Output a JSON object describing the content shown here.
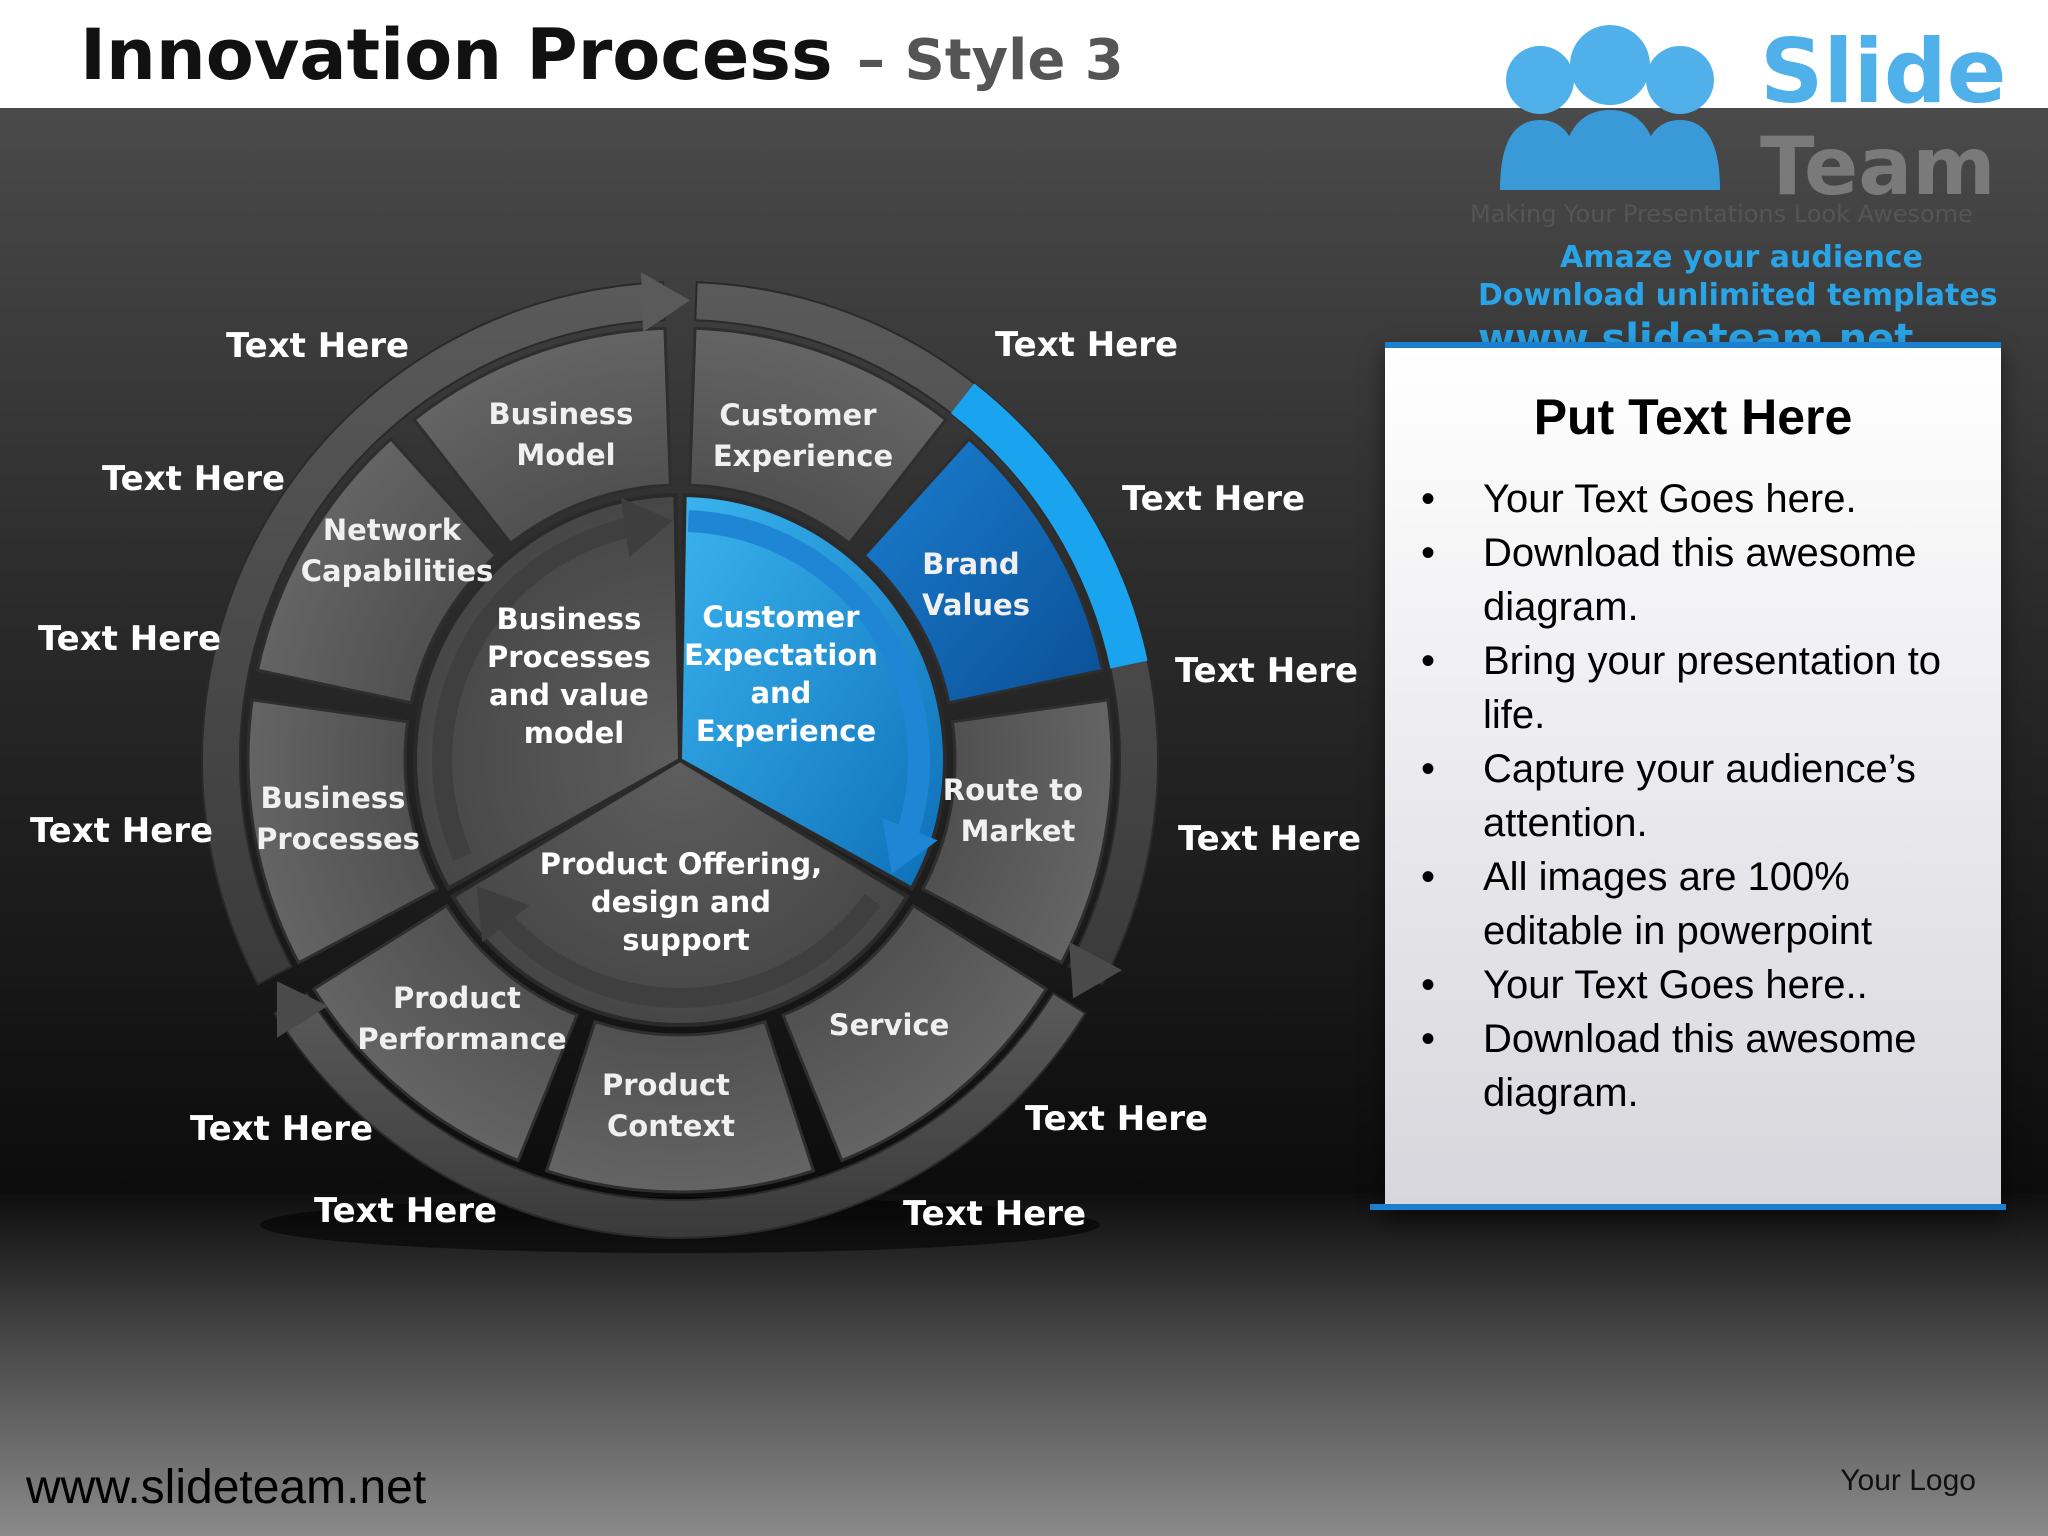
{
  "slide": {
    "title": "Innovation Process",
    "subtitle": "– Style 3",
    "footer_url": "www.slideteam.net",
    "footer_logo": "Your Logo"
  },
  "brand": {
    "name_line1": "Slide",
    "name_line2": "Team",
    "tagline": "Making Your Presentations Look Awesome",
    "promo_line1": "Amaze your audience",
    "promo_line2": "Download unlimited templates",
    "promo_url": "www.slideteam.net"
  },
  "diagram": {
    "outer_segments": [
      "Business Model",
      "Network Capabilities",
      "Business Processes",
      "Product Performance",
      "Product Context",
      "Service",
      "Route to Market",
      "Brand Values",
      "Customer Experience"
    ],
    "inner_sectors": [
      "Business Processes and value model",
      "Customer Expectation and Experience",
      "Product Offering, design and support"
    ],
    "outer_labels": [
      "Text Here",
      "Text Here",
      "Text Here",
      "Text Here",
      "Text Here",
      "Text Here",
      "Text Here",
      "Text Here",
      "Text Here",
      "Text Here",
      "Text Here",
      "Text Here"
    ],
    "highlight_segment": "Brand Values",
    "highlight_sector": "Customer Expectation and Experience"
  },
  "panel": {
    "title": "Put Text Here",
    "bullets": [
      "Your Text Goes here.",
      "Download this awesome diagram.",
      "Bring your presentation to life.",
      "Capture your audience’s attention.",
      "All images are 100% editable in powerpoint",
      "Your Text Goes here..",
      "Download this awesome diagram."
    ]
  },
  "colors": {
    "accent_blue": "#1b7fd0",
    "highlight_light": "#29a4e6",
    "highlight_dark": "#0f5fae",
    "segment_gray": "#5a5a5a",
    "ring_gray": "#454545"
  }
}
